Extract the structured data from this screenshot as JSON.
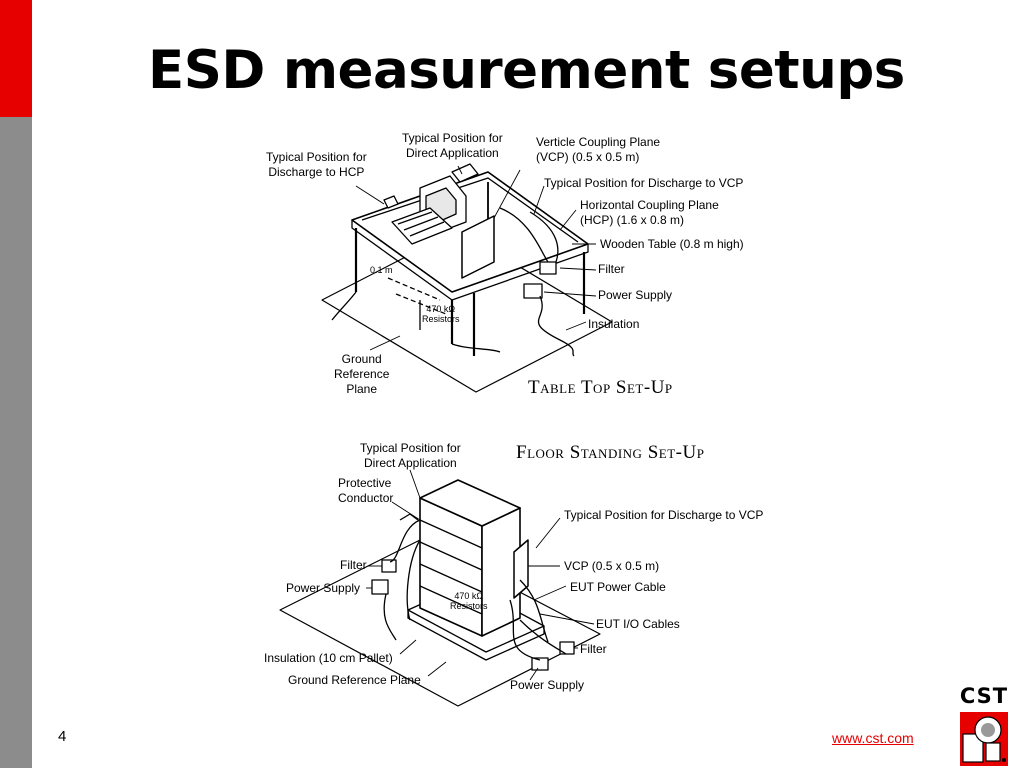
{
  "slide": {
    "title": "ESD measurement setups",
    "page_number": "4",
    "link": "www.cst.com",
    "logo_text": "CST"
  },
  "table_top": {
    "caption": "Table Top Set-Up",
    "labels": {
      "discharge_hcp": "Typical Position for\nDischarge to HCP",
      "direct_application": "Typical Position for\nDirect Application",
      "vcp": "Verticle Coupling Plane\n(VCP) (0.5 x 0.5 m)",
      "discharge_vcp": "Typical Position for Discharge to VCP",
      "hcp": "Horizontal Coupling Plane\n(HCP) (1.6 x 0.8 m)",
      "wooden_table": "Wooden Table (0.8 m high)",
      "filter": "Filter",
      "power_supply": "Power Supply",
      "insulation": "Insulation",
      "distance": "0.1 m",
      "resistors": "470 kΩ\nResistors",
      "ground_plane": "Ground\nReference\nPlane"
    }
  },
  "floor_standing": {
    "caption": "Floor Standing Set-Up",
    "labels": {
      "direct_application": "Typical Position for\nDirect Application",
      "protective_conductor": "Protective\nConductor",
      "filter_left": "Filter",
      "power_supply_left": "Power Supply",
      "insulation": "Insulation (10 cm Pallet)",
      "ground_plane": "Ground Reference Plane",
      "discharge_vcp": "Typical Position for Discharge to VCP",
      "vcp": "VCP (0.5 x 0.5 m)",
      "eut_power_cable": "EUT Power Cable",
      "eut_io_cables": "EUT I/O Cables",
      "filter_right": "Filter",
      "power_supply_right": "Power Supply",
      "resistors": "470 kΩ\nResistors"
    }
  }
}
